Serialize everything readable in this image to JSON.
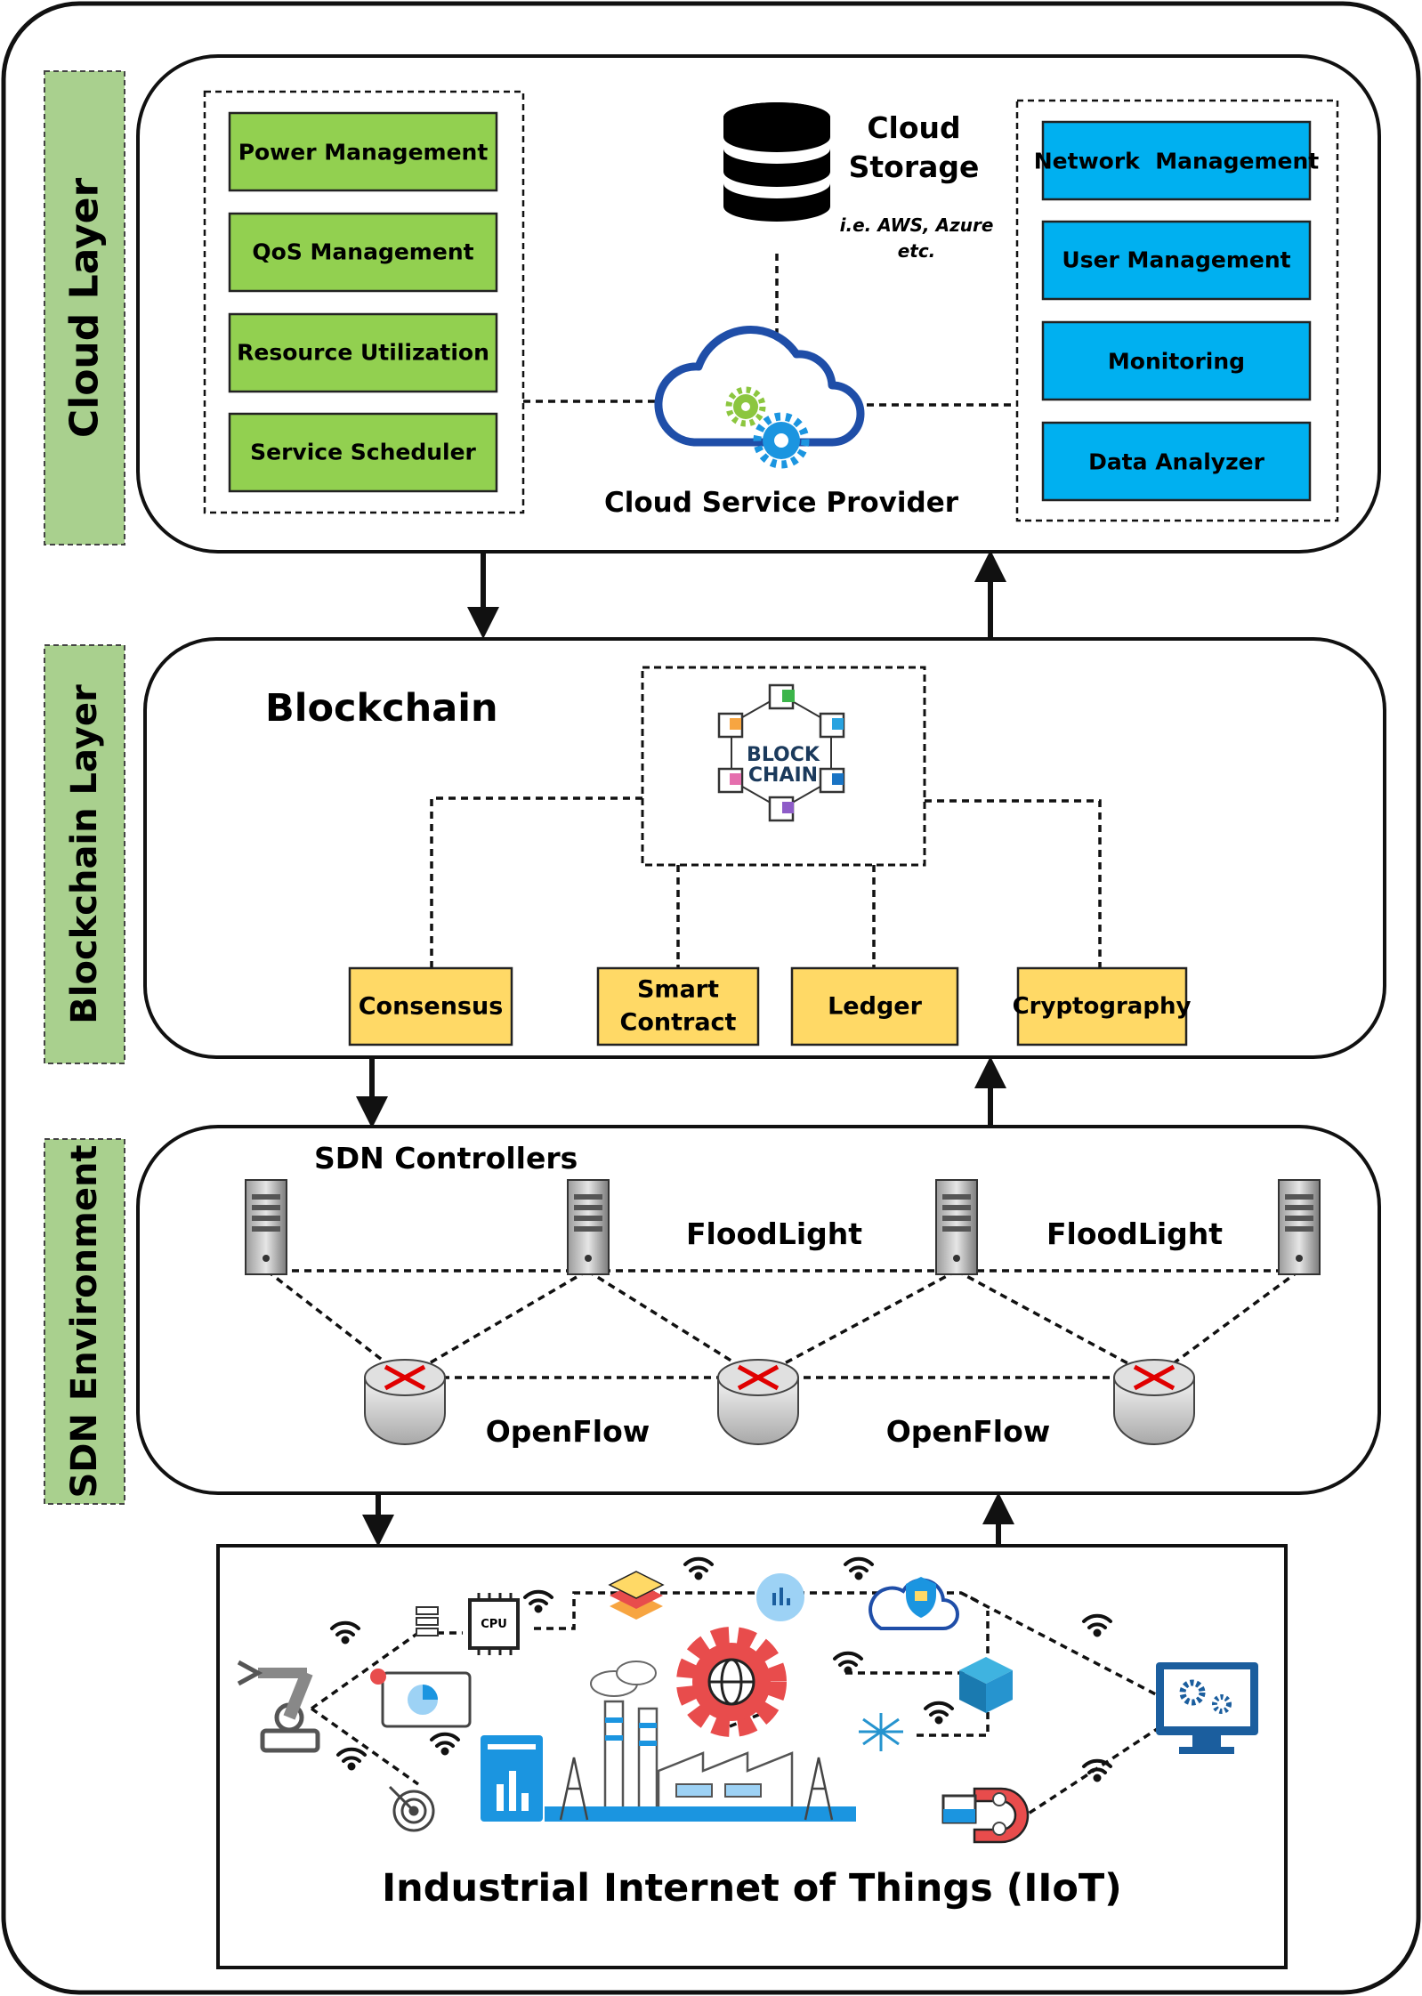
{
  "layers": {
    "cloud": "Cloud Layer",
    "blockchain": "Blockchain Layer",
    "sdn": "SDN Environment"
  },
  "cloud": {
    "left_modules": [
      "Power Management",
      "QoS Management",
      "Resource Utilization",
      "Service Scheduler"
    ],
    "right_modules": [
      "Network  Management",
      "User Management",
      "Monitoring",
      "Data Analyzer"
    ],
    "storage_title_line1": "Cloud",
    "storage_title_line2": "Storage",
    "storage_note_line1": "i.e. AWS, Azure",
    "storage_note_line2": "etc.",
    "provider_label": "Cloud Service Provider"
  },
  "blockchain": {
    "title": "Blockchain",
    "logo_line1": "BLOCK",
    "logo_line2": "CHAIN",
    "components": [
      {
        "lines": [
          "Consensus"
        ]
      },
      {
        "lines": [
          "Smart",
          "Contract"
        ]
      },
      {
        "lines": [
          "Ledger"
        ]
      },
      {
        "lines": [
          "Cryptography"
        ]
      }
    ]
  },
  "sdn": {
    "controllers_label": "SDN Controllers",
    "floodlight_1": "FloodLight",
    "floodlight_2": "FloodLight",
    "openflow_1": "OpenFlow",
    "openflow_2": "OpenFlow"
  },
  "iiot": {
    "title": "Industrial Internet of Things (IIoT)",
    "cpu_label": "CPU"
  },
  "colors": {
    "green_module": "#92d050",
    "blue_module": "#00b0f0",
    "yellow_module": "#ffd966",
    "layer_label_bg": "#a9d08e",
    "gear_green": "#8cc63f",
    "gear_blue": "#1b95e0",
    "gear_red": "#e84c4c",
    "router_arrow": "#e00000"
  }
}
